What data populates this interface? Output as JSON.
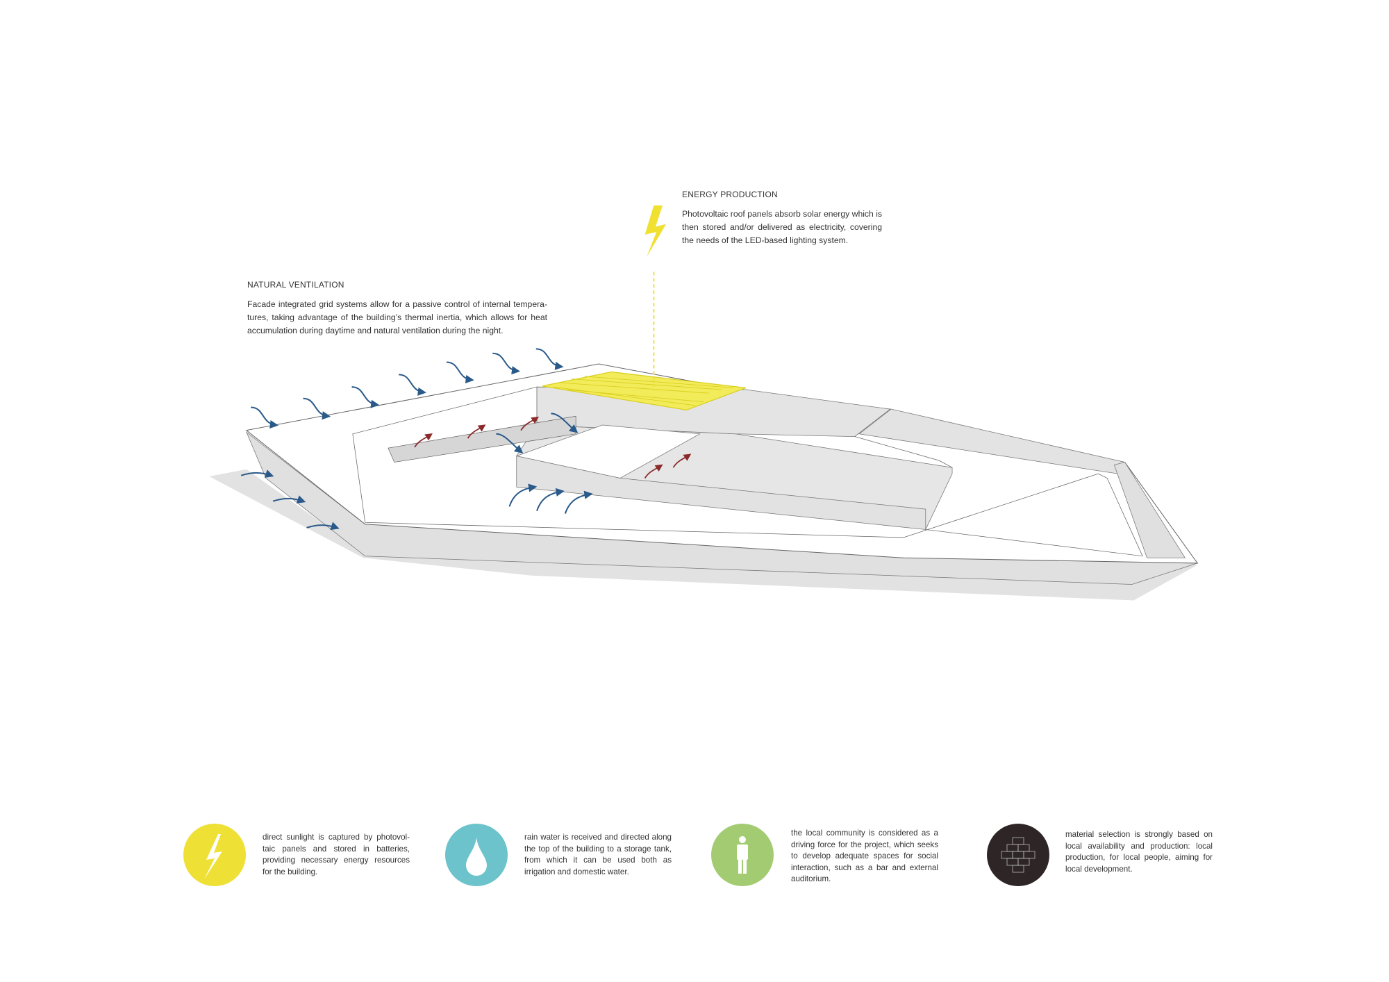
{
  "energy": {
    "title": "ENERGY PRODUCTION",
    "text": "Photovoltaic roof panels absorb solar energy which is then stored and/or delivered as electricity, covering the needs of the LED-based lighting system.",
    "color": "#f0e030"
  },
  "ventilation": {
    "title": "NATURAL VENTILATION",
    "text": "Facade integrated grid systems allow for a passive control of internal tempera-tures, taking advantage of the building’s thermal inertia, which allows for heat accumulation during daytime and natural ventilation during the night.",
    "color": "#2a5a8a"
  },
  "legend": [
    {
      "icon": "lightning-icon",
      "color": "#eee034",
      "text": "direct sunlight is captured by photovol-taic panels and stored in batteries, providing necessary energy resources for the building."
    },
    {
      "icon": "water-drop-icon",
      "color": "#6cc3cc",
      "text": "rain water is received and directed along the top of the building to a storage tank, from which it can be used both as irrigation and domestic water."
    },
    {
      "icon": "person-icon",
      "color": "#a3cc72",
      "text": "the local community is considered as a driving force for the project, which seeks to develop adequate spaces for social interaction, such as a bar and external auditorium."
    },
    {
      "icon": "bricks-icon",
      "color": "#2e2626",
      "text": "material selection is strongly based on local availability and production: local production, for local people, aiming for local development."
    }
  ]
}
